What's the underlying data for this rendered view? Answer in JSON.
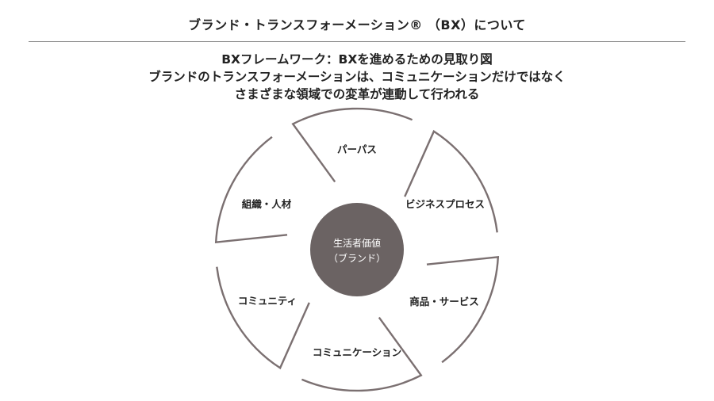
{
  "header": {
    "title": "ブランド・トランスフォーメーション® （BX）について"
  },
  "subtitle": {
    "lines": [
      "BXフレームワーク：BXを進めるための見取り図",
      "ブランドのトランスフォーメーションは、コミュニケーションだけではなく",
      "さまざまな領域での変革が連動して行われる"
    ]
  },
  "diagram": {
    "center": {
      "line1": "生活者価値",
      "line2": "（ブランド）"
    },
    "segments": [
      {
        "label": "パーパス"
      },
      {
        "label": "ビジネスプロセス"
      },
      {
        "label": "商品・サービス"
      },
      {
        "label": "コミュニケーション"
      },
      {
        "label": "コミュニティ"
      },
      {
        "label": "組織・人材"
      }
    ],
    "colors": {
      "outline": "#7b7071",
      "core": "#6b6363",
      "text": "#222222"
    }
  }
}
